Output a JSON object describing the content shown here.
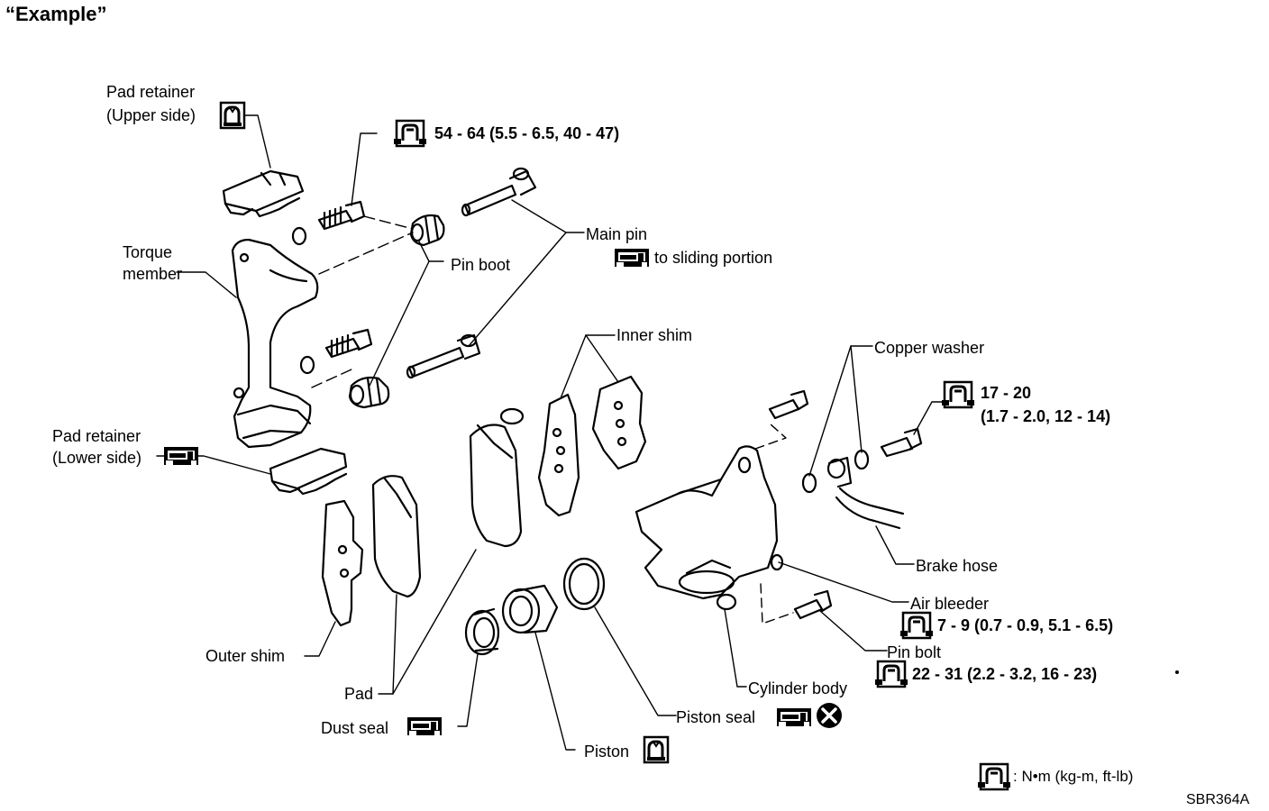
{
  "title": "“Example”",
  "figure_code": "SBR364A",
  "labels": {
    "pad_retainer_upper_1": "Pad retainer",
    "pad_retainer_upper_2": "(Upper side)",
    "torque_member_1": "Torque",
    "torque_member_2": "member",
    "pad_retainer_lower_1": "Pad retainer",
    "pad_retainer_lower_2": "(Lower side)",
    "pin_boot": "Pin boot",
    "main_pin": "Main pin",
    "main_pin_note": "to sliding portion",
    "inner_shim": "Inner shim",
    "copper_washer": "Copper washer",
    "brake_hose": "Brake hose",
    "air_bleeder": "Air bleeder",
    "pin_bolt": "Pin bolt",
    "cylinder_body": "Cylinder body",
    "piston_seal": "Piston seal",
    "piston": "Piston",
    "dust_seal": "Dust seal",
    "pad": "Pad",
    "outer_shim": "Outer shim"
  },
  "torques": {
    "torque_member_bolt": "54 - 64 (5.5 - 6.5, 40 - 47)",
    "union_bolt_1": "17 - 20",
    "union_bolt_2": "(1.7 - 2.0, 12 - 14)",
    "air_bleeder": "7 - 9 (0.7 - 0.9, 5.1 - 6.5)",
    "pin_bolt": "22 - 31 (2.2 - 3.2, 16 - 23)"
  },
  "legend": {
    "unit": ": N•m (kg-m, ft-lb)"
  },
  "icons": {
    "torque": "torque-wrench-icon",
    "grease": "grease-icon",
    "rubber_grease": "rubber-grease-icon",
    "replace": "replace-x-icon"
  }
}
